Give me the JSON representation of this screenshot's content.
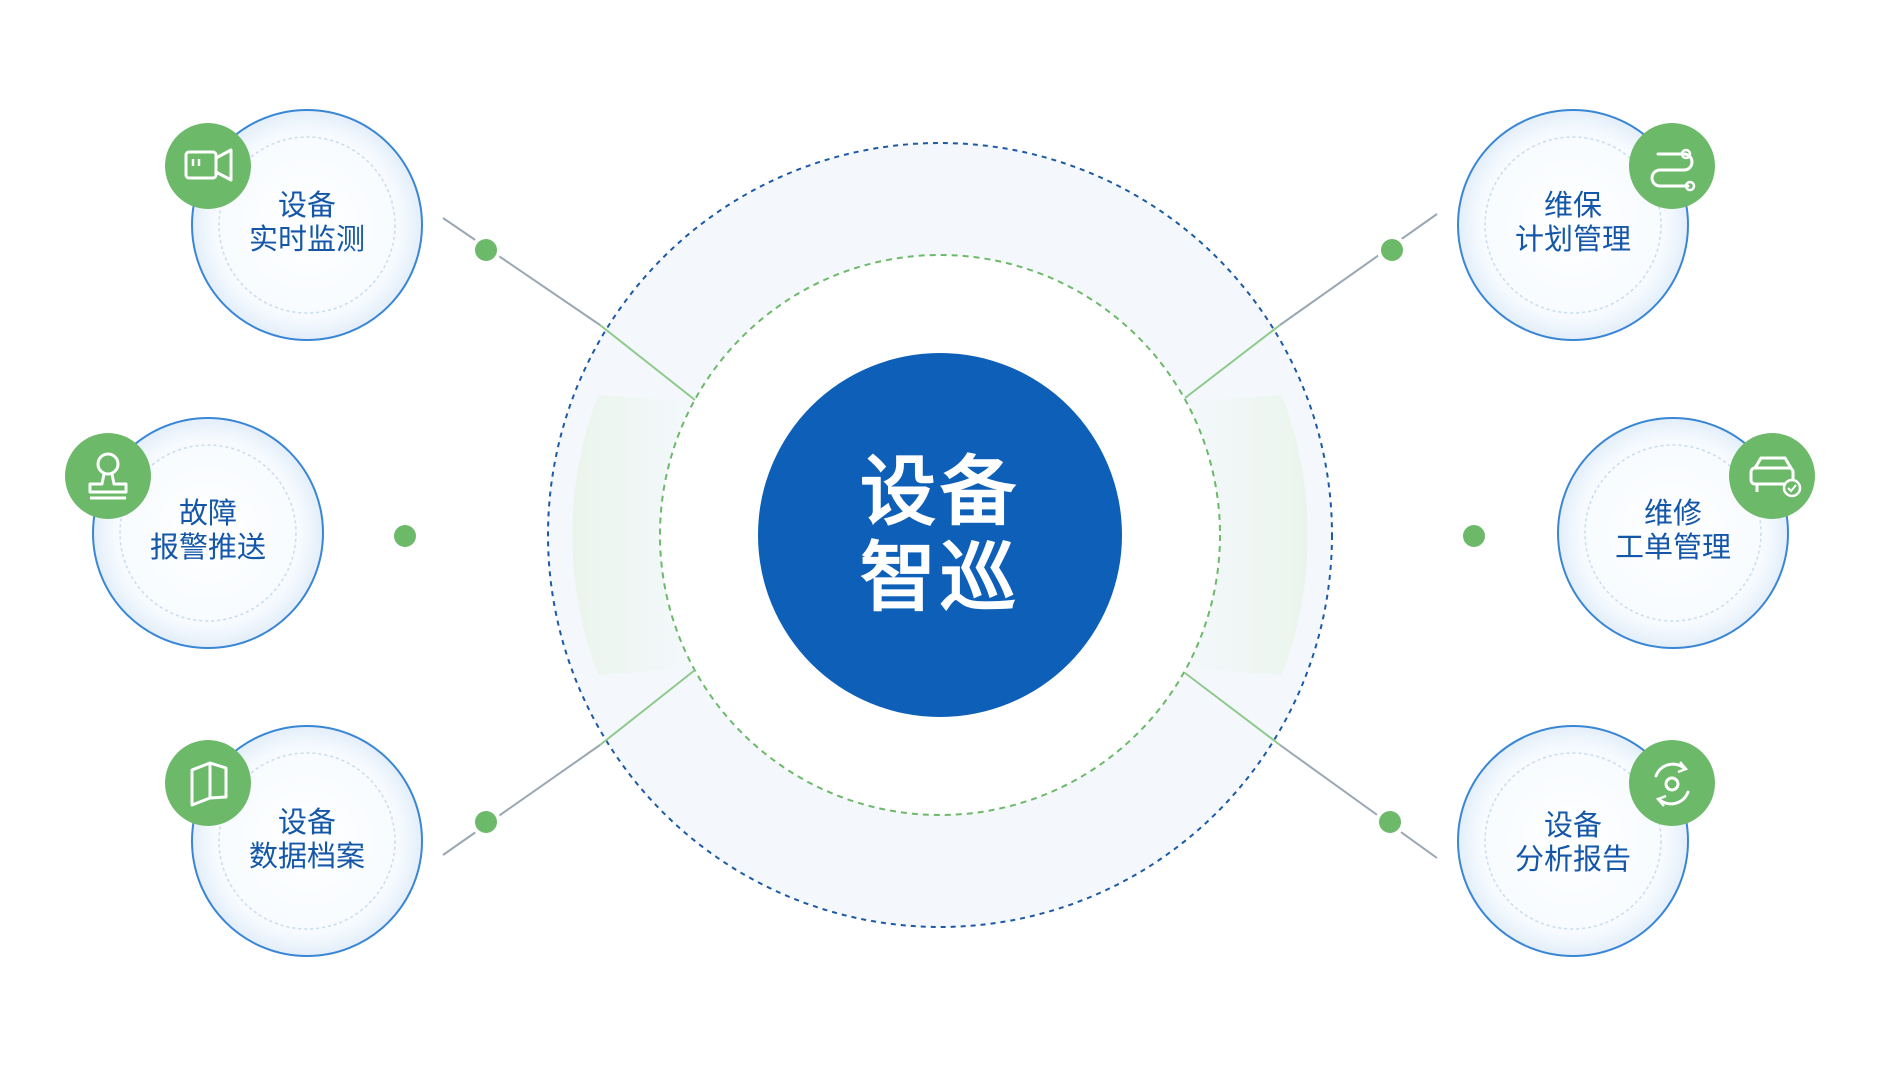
{
  "hub": {
    "line1": "设备",
    "line2": "智巡"
  },
  "modules": [
    {
      "id": "monitor",
      "line1": "设备",
      "line2": "实时监测",
      "icon": "video-camera-icon"
    },
    {
      "id": "alarm",
      "line1": "故障",
      "line2": "报警推送",
      "icon": "stamp-icon"
    },
    {
      "id": "archive",
      "line1": "设备",
      "line2": "数据档案",
      "icon": "book-icon"
    },
    {
      "id": "plan",
      "line1": "维保",
      "line2": "计划管理",
      "icon": "route-icon"
    },
    {
      "id": "workorder",
      "line1": "维修",
      "line2": "工单管理",
      "icon": "car-check-icon"
    },
    {
      "id": "report",
      "line1": "设备",
      "line2": "分析报告",
      "icon": "refresh-cycle-icon"
    }
  ],
  "colors": {
    "primary_blue": "#0d5fb8",
    "accent_green": "#6db96a",
    "text_blue": "#1457a8",
    "ring_fill": "#f4f8fc",
    "node_border": "#3a86d6"
  }
}
